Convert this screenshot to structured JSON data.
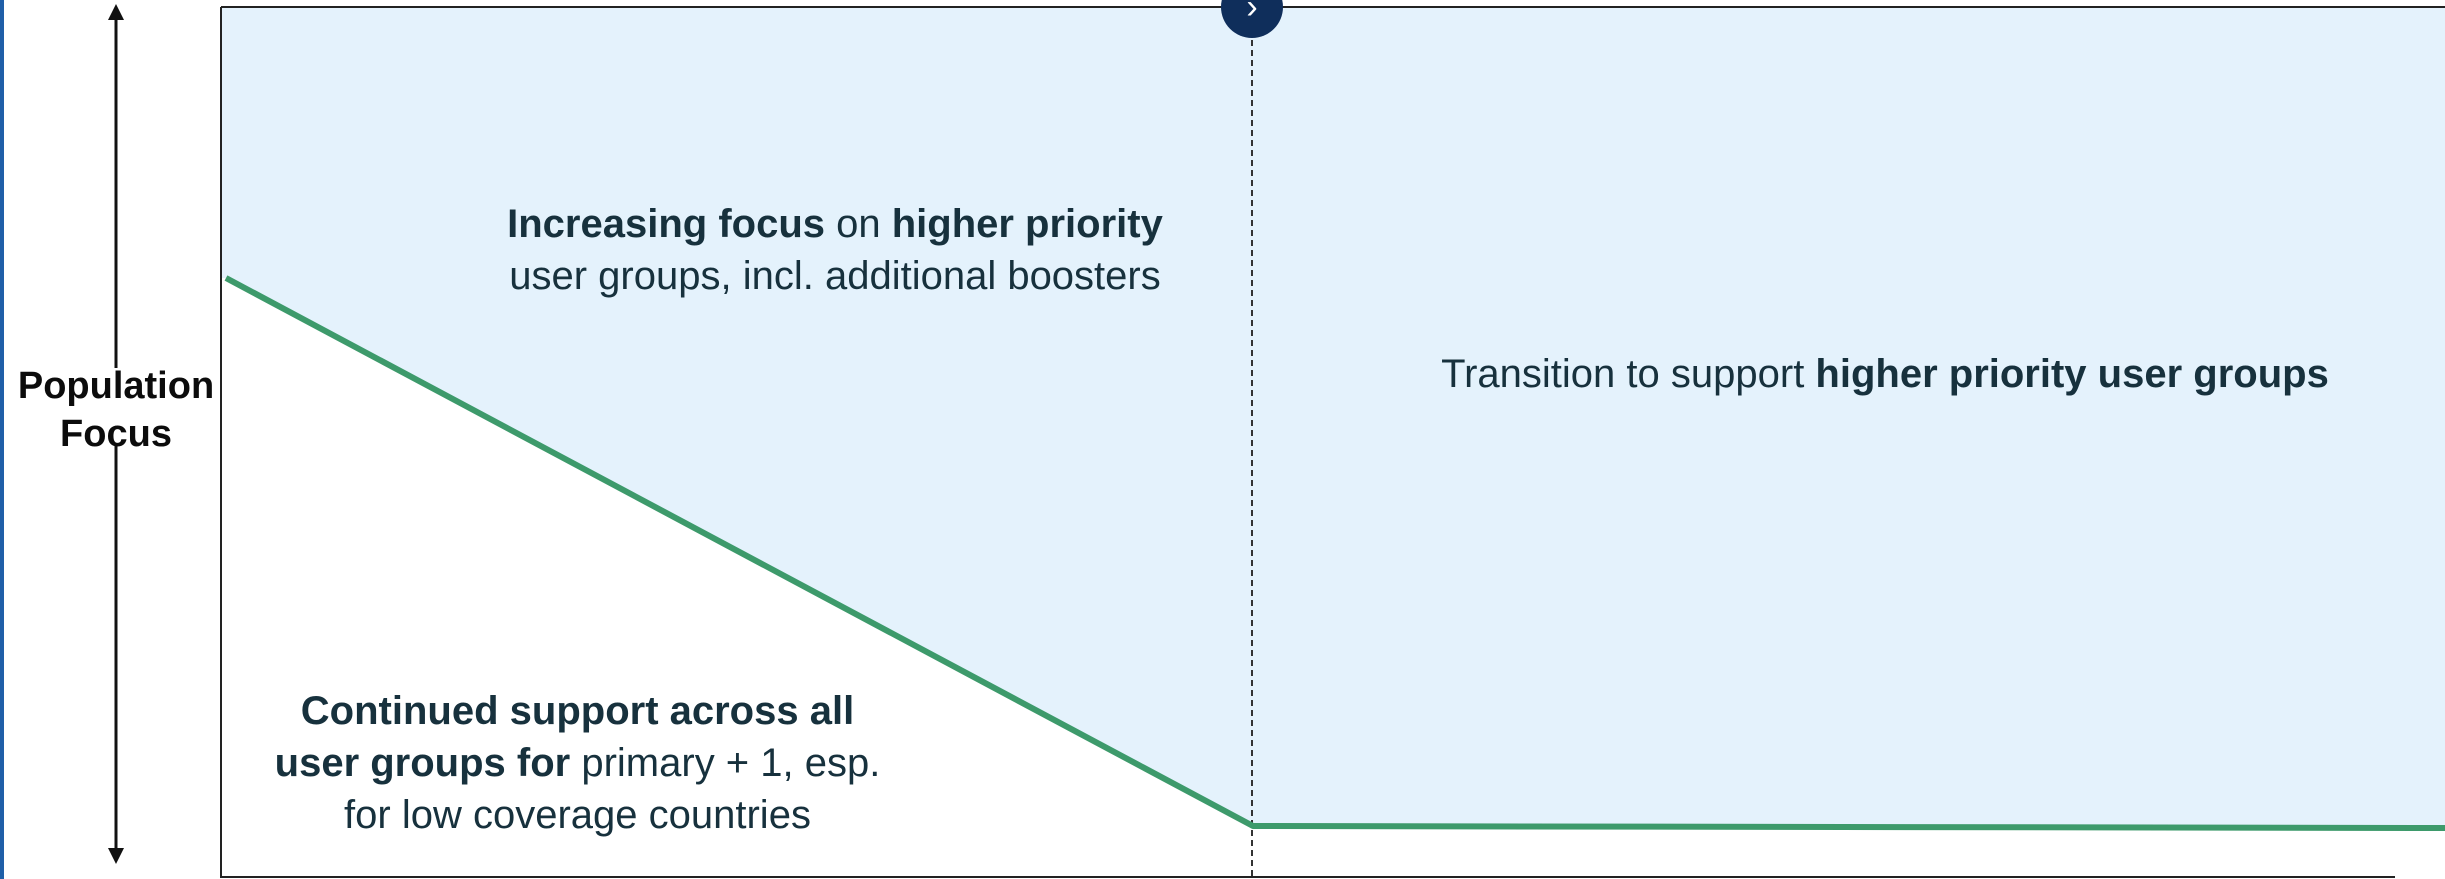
{
  "axis": {
    "y_label_line1": "Population",
    "y_label_line2": "Focus"
  },
  "regions": {
    "upper_left": {
      "parts": [
        {
          "text": "Increasing focus",
          "bold": true
        },
        {
          "text": " on ",
          "bold": false
        },
        {
          "text": "higher priority",
          "bold": true
        },
        {
          "text": " user groups, incl. additional boosters",
          "bold": false
        }
      ]
    },
    "lower_left": {
      "parts": [
        {
          "text": "Continued support across all user groups for",
          "bold": true
        },
        {
          "text": " primary + 1, esp. for low coverage countries",
          "bold": false
        }
      ]
    },
    "right": {
      "parts": [
        {
          "text": "Transition to support ",
          "bold": false
        },
        {
          "text": "higher priority user groups",
          "bold": true
        }
      ]
    }
  },
  "marker": {
    "icon": "chevron-right-icon",
    "glyph": "›"
  },
  "colors": {
    "shaded_region": "#e4f2fc",
    "trend_line": "#3d9a6b",
    "text": "#17313d",
    "marker": "#0f2e5b",
    "left_accent": "#1f5fa8"
  }
}
